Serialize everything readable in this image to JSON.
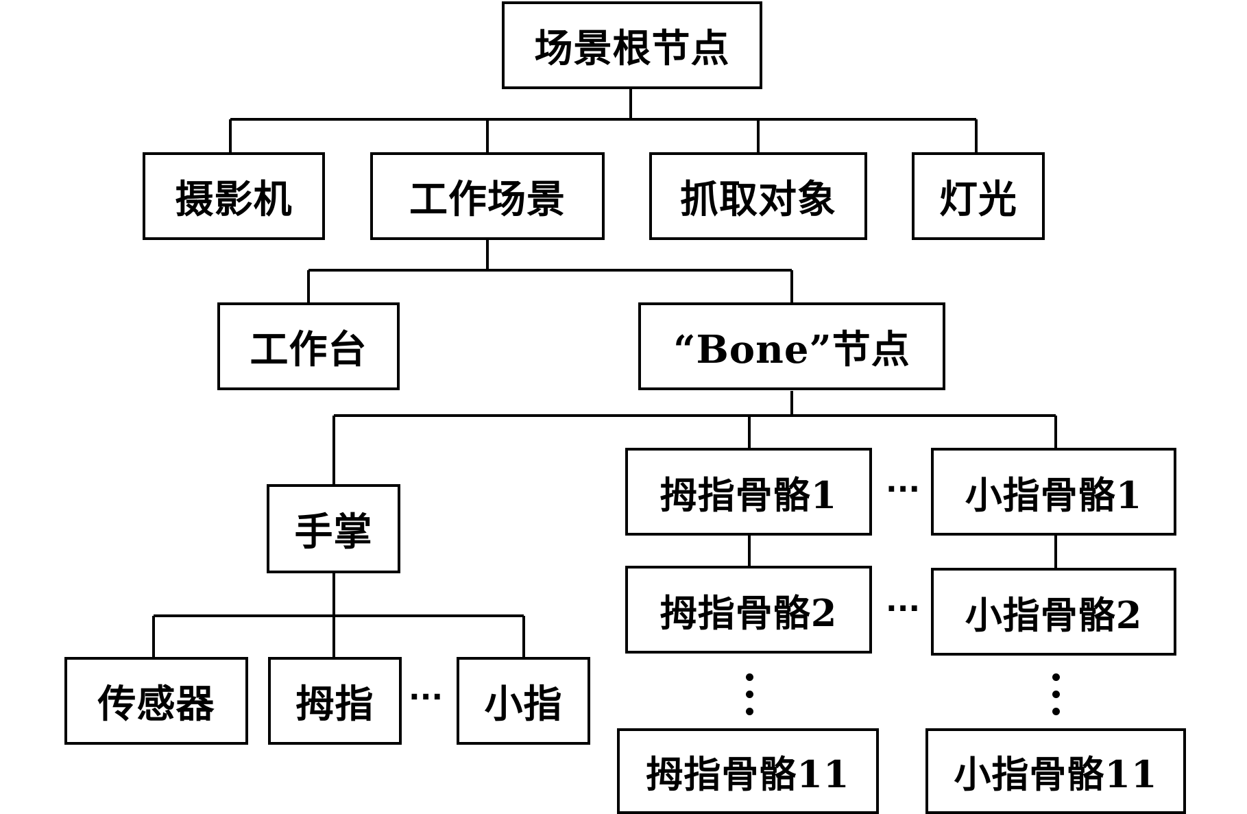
{
  "nodes": {
    "root": "场景根节点",
    "camera": "摄影机",
    "work_scene": "工作场景",
    "grab_object": "抓取对象",
    "light": "灯光",
    "workbench": "工作台",
    "bone_node": "“Bone”节点",
    "palm": "手掌",
    "sensor": "传感器",
    "thumb": "拇指",
    "little_finger": "小指",
    "thumb_bone_1": "拇指骨骼1",
    "thumb_bone_2": "拇指骨骼2",
    "thumb_bone_11": "拇指骨骼11",
    "little_bone_1": "小指骨骼1",
    "little_bone_2": "小指骨骼2",
    "little_bone_11": "小指骨骼11"
  },
  "ellipsis": {
    "h1": "···",
    "h2": "···",
    "h3": "···"
  }
}
